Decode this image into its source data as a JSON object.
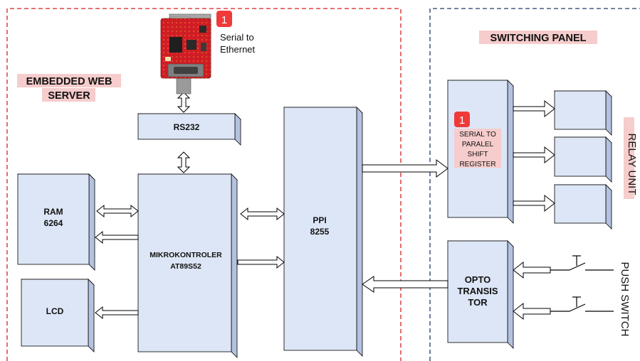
{
  "colors": {
    "box_front": "#dde6f6",
    "box_side": "#b4c2e0",
    "box_top": "#eaf0fb",
    "stroke": "#000000",
    "red_dashed": "#d61f1f",
    "blue_dashed": "#233a6b",
    "label_highlight": "#f6cccc",
    "badge": "#f03a3a",
    "module_board": "#d01d24"
  },
  "regions": {
    "embedded_title_line1": "EMBEDDED WEB",
    "embedded_title_line2": "SERVER",
    "switching_title": "SWITCHING PANEL",
    "relay_title": "RELAY UNIT",
    "push_title": "PUSH SWITCH"
  },
  "blocks": {
    "rs232": "RS232",
    "ram_line1": "RAM",
    "ram_line2": "6264",
    "lcd": "LCD",
    "mcu_line1": "MIKROKONTROLER",
    "mcu_line2": "AT89S52",
    "ppi_line1": "PPI",
    "ppi_line2": "8255",
    "shift_line1": "SERIAL TO",
    "shift_line2": "PARALEL",
    "shift_line3": "SHIFT",
    "shift_line4": "REGISTER",
    "opto_line1": "OPTO",
    "opto_line2": "TRANSIS",
    "opto_line3": "TOR"
  },
  "module": {
    "badge": "1",
    "label_line1": "Serial to",
    "label_line2": "Ethernet"
  },
  "shift_badge": "1",
  "relays": {
    "count": 3
  },
  "switches": {
    "count": 2
  }
}
